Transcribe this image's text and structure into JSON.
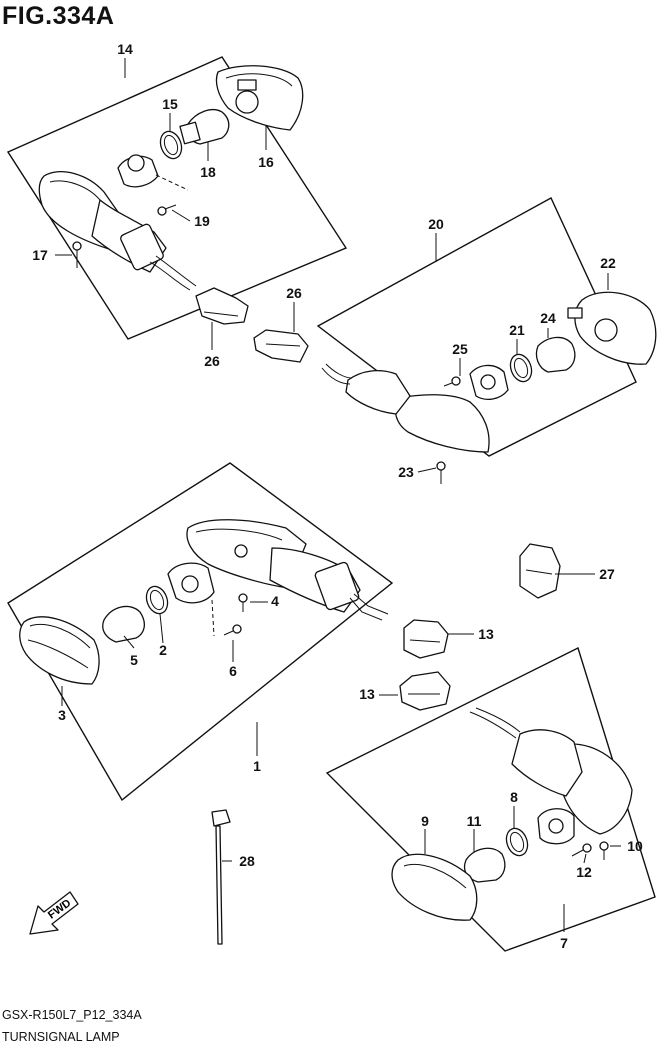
{
  "figure": {
    "title": "FIG.334A",
    "code": "GSX-R150L7_P12_334A",
    "name": "TURNSIGNAL LAMP"
  },
  "fwd_label": "FWD",
  "callouts": [
    "1",
    "2",
    "3",
    "4",
    "5",
    "6",
    "7",
    "8",
    "9",
    "10",
    "11",
    "12",
    "13",
    "13",
    "14",
    "15",
    "16",
    "17",
    "18",
    "19",
    "20",
    "21",
    "22",
    "23",
    "24",
    "25",
    "26",
    "26",
    "27",
    "28"
  ]
}
